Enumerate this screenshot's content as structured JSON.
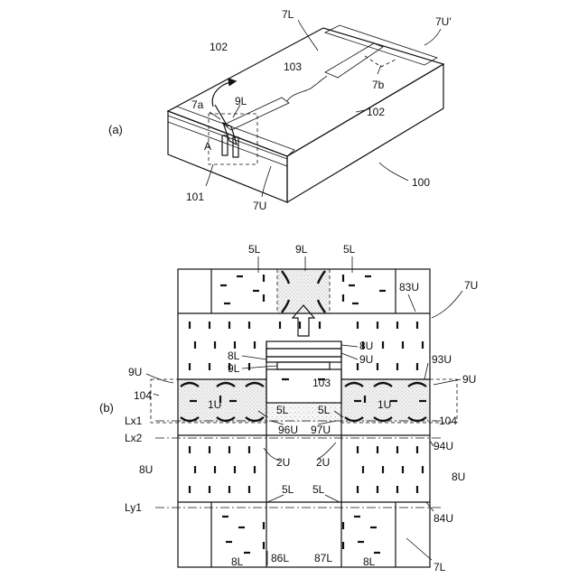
{
  "figure_a": {
    "panel_label": "(a)",
    "labels": {
      "label_7L": "7L",
      "label_7U_prime": "7U'",
      "label_102_top": "102",
      "label_103": "103",
      "label_7b": "7b",
      "label_7a": "7a",
      "label_9L": "9L",
      "label_102_right": "102",
      "label_A": "A",
      "label_101": "101",
      "label_7U": "7U",
      "label_100": "100"
    }
  },
  "figure_b": {
    "panel_label": "(b)",
    "labels": {
      "label_5L_tl": "5L",
      "label_9L_top": "9L",
      "label_5L_tr": "5L",
      "label_83U": "83U",
      "label_7U": "7U",
      "label_8U_stack": "8U",
      "label_8L_stack": "8L",
      "label_9U_stack": "9U",
      "label_9L_stack": "9L",
      "label_93U": "93U",
      "label_9U_left": "9U",
      "label_9U_right": "9U",
      "label_103": "103",
      "label_104_left": "104",
      "label_1U_left": "1U",
      "label_1U_right": "1U",
      "label_5L_cl": "5L",
      "label_5L_cr": "5L",
      "label_104_right": "104",
      "label_Lx1": "Lx1",
      "label_96U": "96U",
      "label_97U": "97U",
      "label_Lx2": "Lx2",
      "label_94U": "94U",
      "label_2U_left": "2U",
      "label_2U_right": "2U",
      "label_8U_left": "8U",
      "label_8U_right": "8U",
      "label_5L_bl": "5L",
      "label_5L_br": "5L",
      "label_Ly1": "Ly1",
      "label_84U": "84U",
      "label_8L_bl": "8L",
      "label_86L": "86L",
      "label_87L": "87L",
      "label_8L_br": "8L",
      "label_7L": "7L"
    }
  }
}
